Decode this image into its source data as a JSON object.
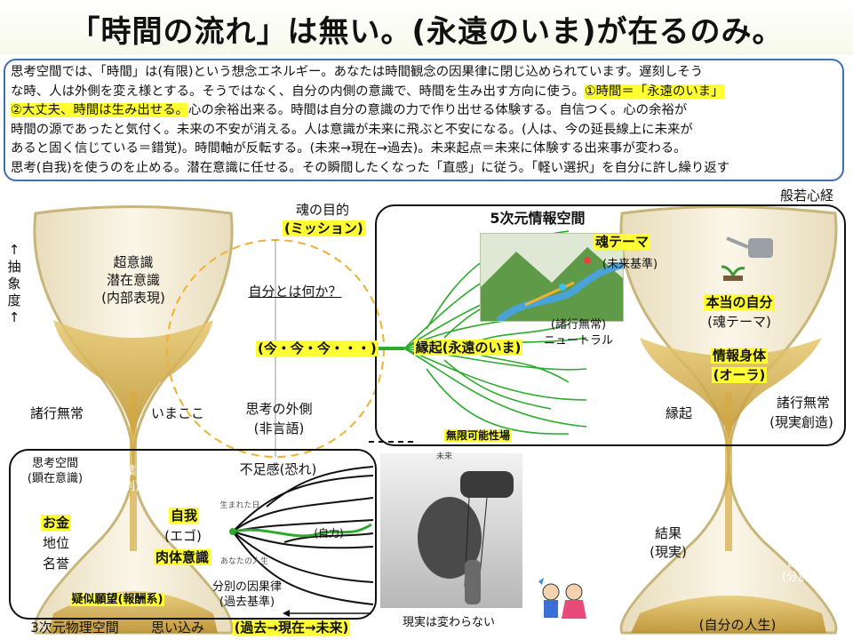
{
  "title": "「時間の流れ」は無い。(永遠のいま)が在るのみ。",
  "text_block": {
    "line1": "思考空間では、「時間」は(有限)という想念エネルギー。あなたは時間観念の因果律に閉じ込められています。遅刻しそう",
    "line2a": "な時、人は外側を変え様とする。そうではなく、自分の内側の意識で、時間を生み出す方向に使う。",
    "line2b": "①時間＝「永遠のいま」",
    "line3a": "②大丈夫、時間は生み出せる。",
    "line3b": "心の余裕出来る。時間は自分の意識の力で作り出せる体験する。自信つく。心の余裕が",
    "line4": "時間の源であったと気付く。未来の不安が消える。人は意識が未来に飛ぶと不安になる。(人は、今の延長線上に未来が",
    "line5": "あると固く信じている＝錯覚)。時間軸が反転する。(未来→現在→過去)。未来起点＝未来に体験する出来事が変わる。",
    "line6": "思考(自我)を使うのを止める。潜在意識に任せる。その瞬間したくなった「直感」に従う。「軽い選択」を自分に許し繰り返す"
  },
  "left_hourglass": {
    "abstraction": "↑ 抽 象 度 ↑",
    "super_consciousness": "超意識",
    "subconscious": "潜在意識",
    "inner_expression": "(内部表現)",
    "shogyo_mujo": "諸行無常",
    "imakoko": "いまここ"
  },
  "middle": {
    "soul_purpose": "魂の目的",
    "mission": "(ミッション)",
    "who_am_i": "自分とは何か？",
    "now_now": "(今・今・今・・・)",
    "outside_thought": "思考の外側",
    "nonverbal": "(非言語)"
  },
  "five_d": {
    "title": "5次元情報空間",
    "soul_theme": "魂テーマ",
    "future_basis": "(未来基準)",
    "shogyo_mujo": "(諸行無常)",
    "neutral": "ニュートラル",
    "engi": "縁起(永遠のいま)",
    "infinite": "無限可能性場"
  },
  "right_hourglass": {
    "hannya": "般若心経",
    "true_self": "本当の自分",
    "soul_theme": "(魂テーマ)",
    "info_body": "情報身体",
    "aura": "(オーラ)",
    "engi": "縁起",
    "shogyo_mujo": "諸行無常",
    "reality_creation": "(現実創造)",
    "result": "結果",
    "reality": "(現実)",
    "words": "言葉",
    "distinction": "(分別)",
    "my_life": "(自分の人生)"
  },
  "three_d": {
    "thought_space": "思考空間",
    "conscious": "(顕在意識)",
    "words": "言葉",
    "distinction": "(分別)",
    "money": "お金",
    "status": "地位",
    "fame": "名誉",
    "ego": "自我",
    "ego_kana": "(エゴ)",
    "body": "肉体意識",
    "pseudo_wish": "疑似願望(報酬系)",
    "insufficiency": "不足感(恐れ)",
    "own_power": "(自力)",
    "birth_day": "生まれた日",
    "your_life": "あなたの人生",
    "causality": "分別の因果律",
    "past_basis": "(過去基準)",
    "physical_space": "3次元物理空間",
    "assumption": "思い込み",
    "past_present_future": "(過去→現在→未来)",
    "future_word": "未来",
    "reality_unchanged": "現実は変わらない"
  },
  "colors": {
    "highlight": "#ffff33",
    "accent_blue": "#3f6fb5",
    "branch_green": "#2eaa2e",
    "sand_gold": "#c9a23a"
  }
}
